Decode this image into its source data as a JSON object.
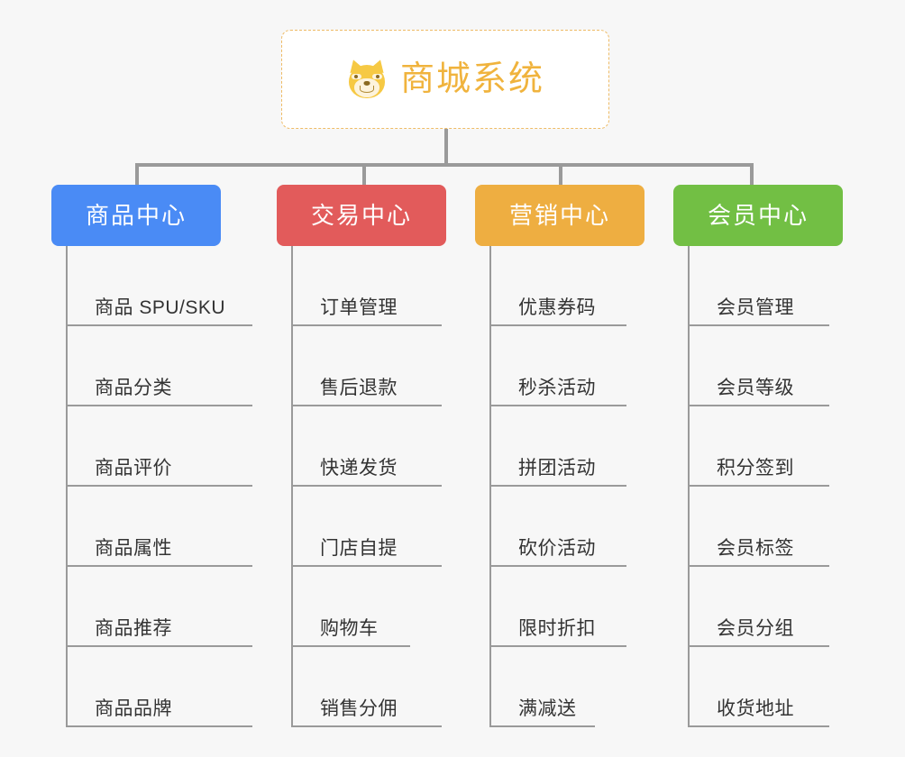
{
  "diagram": {
    "type": "organization-tree",
    "title": "商城系统",
    "background_color": "#f7f7f7",
    "line_color": "#9a9a9a",
    "root": {
      "label": "商城系统",
      "icon": "shiba-dog-face-emoji",
      "text_color": "#f0b33d",
      "border_color": "#eebb66",
      "background_color": "#ffffff",
      "border_style": "dashed"
    },
    "categories": [
      {
        "label": "商品中心",
        "color": "#4a8bf5",
        "items": [
          "商品 SPU/SKU",
          "商品分类",
          "商品评价",
          "商品属性",
          "商品推荐",
          "商品品牌"
        ]
      },
      {
        "label": "交易中心",
        "color": "#e25b5b",
        "items": [
          "订单管理",
          "售后退款",
          "快递发货",
          "门店自提",
          "购物车",
          "销售分佣"
        ]
      },
      {
        "label": "营销中心",
        "color": "#eeae41",
        "items": [
          "优惠券码",
          "秒杀活动",
          "拼团活动",
          "砍价活动",
          "限时折扣",
          "满减送"
        ]
      },
      {
        "label": "会员中心",
        "color": "#72bf44",
        "items": [
          "会员管理",
          "会员等级",
          "积分签到",
          "会员标签",
          "会员分组",
          "收货地址"
        ]
      }
    ]
  }
}
